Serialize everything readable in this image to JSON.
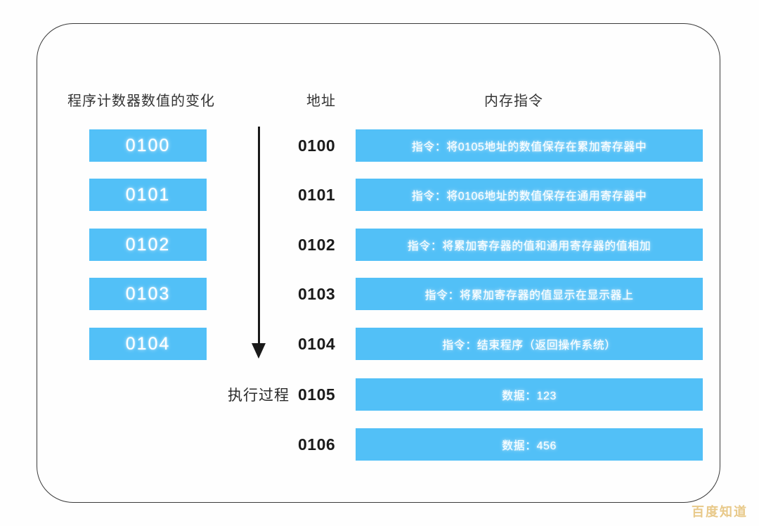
{
  "headers": {
    "program_counter": "程序计数器数值的变化",
    "address": "地址",
    "memory_instruction": "内存指令"
  },
  "program_counter_values": [
    "0100",
    "0101",
    "0102",
    "0103",
    "0104"
  ],
  "arrow_label": "执行过程",
  "memory_rows": [
    {
      "address": "0100",
      "content": "指令：将0105地址的数值保存在累加寄存器中"
    },
    {
      "address": "0101",
      "content": "指令：将0106地址的数值保存在通用寄存器中"
    },
    {
      "address": "0102",
      "content": "指令：将累加寄存器的值和通用寄存器的值相加"
    },
    {
      "address": "0103",
      "content": "指令：将累加寄存器的值显示在显示器上"
    },
    {
      "address": "0104",
      "content": "指令：结束程序（返回操作系统）"
    },
    {
      "address": "0105",
      "content": "数据：123"
    },
    {
      "address": "0106",
      "content": "数据：456"
    }
  ],
  "watermark": "百度知道",
  "colors": {
    "cell_blue": "#52c0f7",
    "frame_border": "#3a3a3a",
    "text_dark": "#1a1a1a",
    "watermark_gold": "#e8c98a"
  },
  "layout": {
    "pc_cell_tops": [
      184,
      254,
      325,
      395,
      466
    ],
    "row_tops": [
      184,
      254,
      325,
      395,
      466,
      538,
      609
    ]
  }
}
